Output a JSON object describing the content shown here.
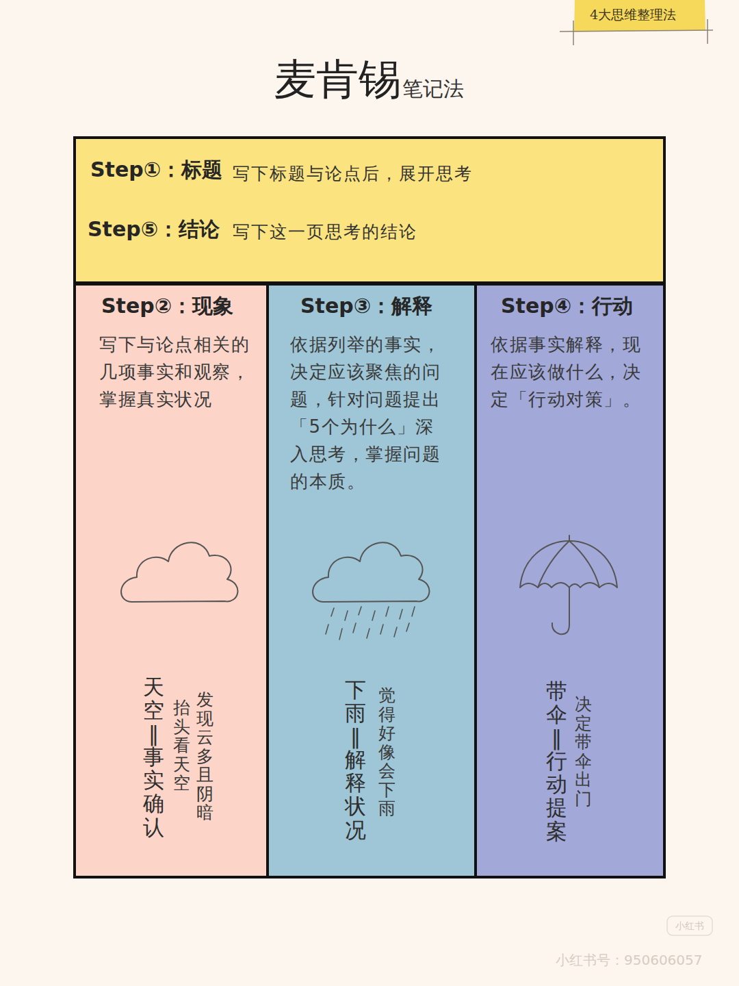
{
  "diagram": {
    "title": "麦肯锡",
    "nodes": [
      {
        "text": [
          "Step①：标题",
          "写下标题与论点后，展开思考",
          "Step⑤：结论",
          "写下这一页思考的结论"
        ]
      },
      {
        "text": [
          "Step②：现象",
          "写下与论点相关的几项事实和观察，掌握真实状况",
          "发现云多且阴暗",
          "抬头看天空，",
          "天空‖事实确认"
        ]
      },
      {
        "text": [
          "Step③：解释",
          "依据列举的事实，决定应该聚焦的问题，针对问题提出「5个为什么」深入思考，掌握问题的本质。",
          "觉得好像会下雨",
          "下雨‖解释状况"
        ]
      },
      {
        "text": [
          "Step④：行动",
          "依据事实解释，现在应该做什么，决定「行动对策」。",
          "决定带伞出门",
          "带伞‖行动提案"
        ]
      }
    ],
    "labels": [
      "笔记法",
      "4大思维整理法",
      "小红书",
      "小红书号：950606057"
    ]
  }
}
